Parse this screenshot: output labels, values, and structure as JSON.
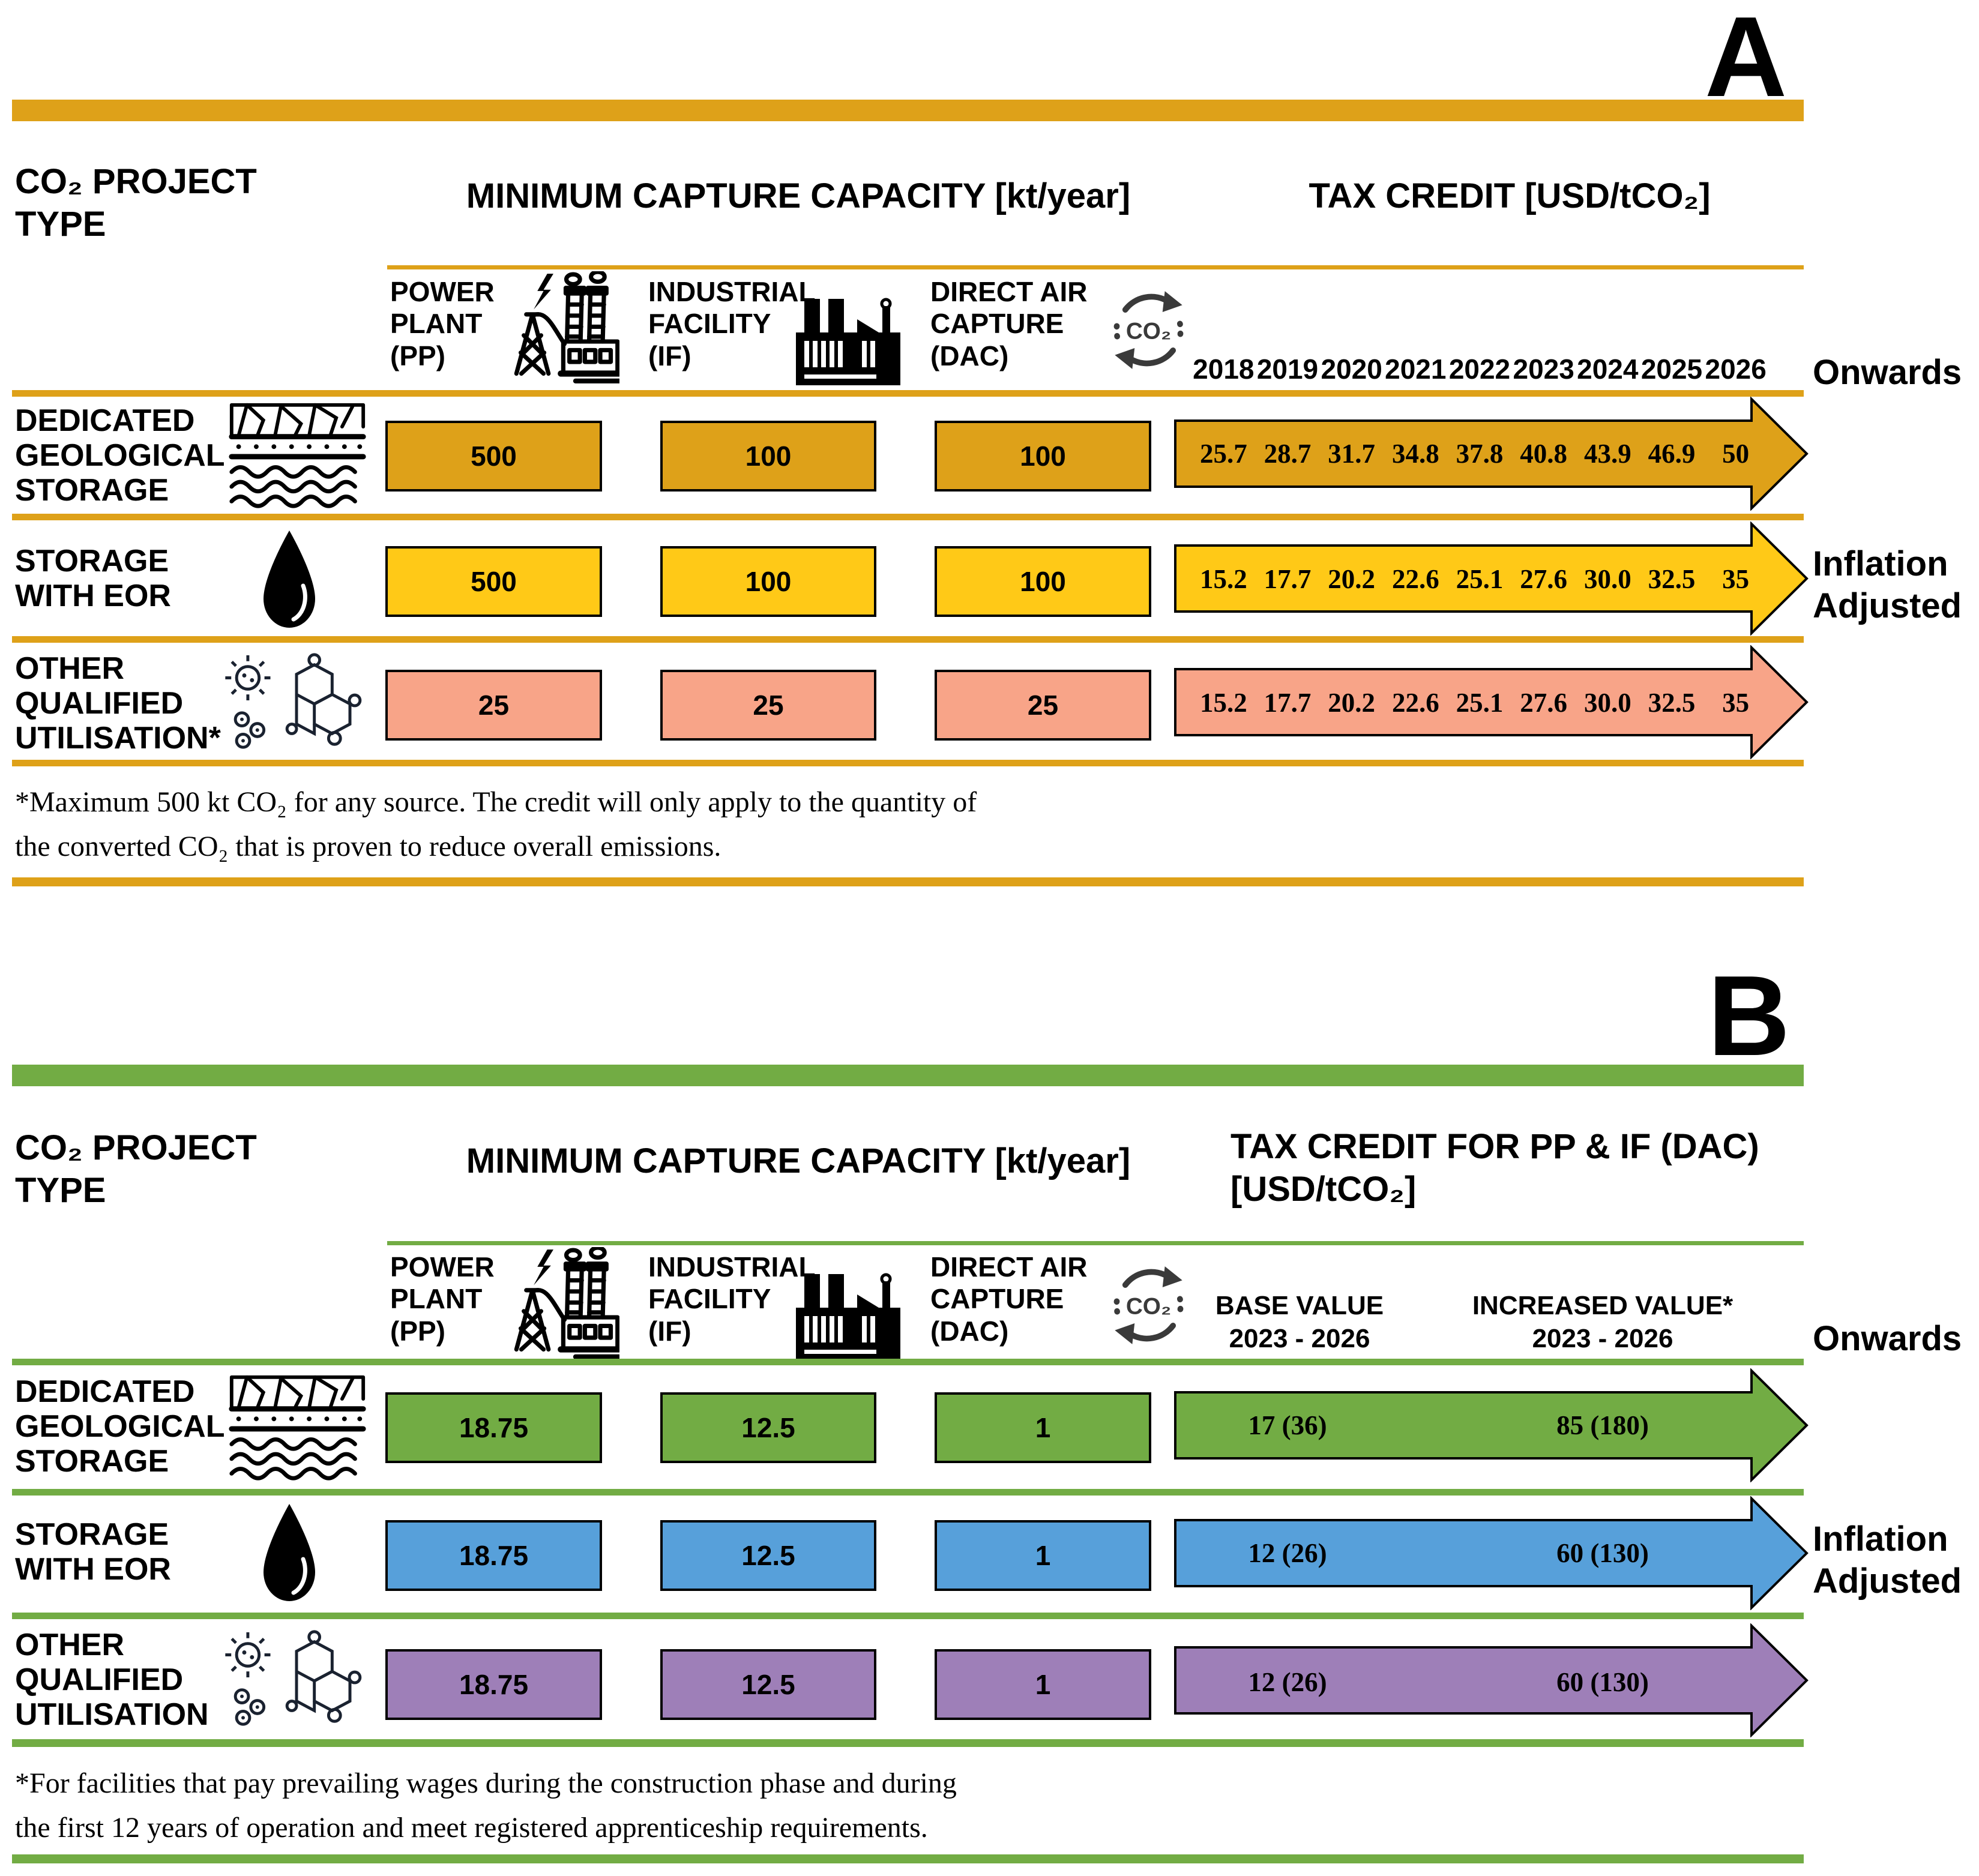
{
  "panel_a": {
    "label": "A",
    "accent_color": "#DEA119",
    "header": {
      "project_type": "CO₂ PROJECT\nTYPE",
      "capacity": "MINIMUM CAPTURE CAPACITY [kt/year]",
      "tax_credit": "TAX CREDIT [USD/tCO₂]"
    },
    "subcols": {
      "pp": "POWER\nPLANT\n(PP)",
      "if": "INDUSTRIAL\nFACILITY\n(IF)",
      "dac": "DIRECT AIR\nCAPTURE\n(DAC)"
    },
    "years": [
      "2018",
      "2019",
      "2020",
      "2021",
      "2022",
      "2023",
      "2024",
      "2025",
      "2026"
    ],
    "onwards": "Onwards",
    "inflation": "Inflation\nAdjusted",
    "rows": [
      {
        "name": "DEDICATED\nGEOLOGICAL\nSTORAGE",
        "icon": "geological-layers-icon",
        "color": "#DEA119",
        "pp": "500",
        "if": "100",
        "dac": "100",
        "credits": [
          "25.7",
          "28.7",
          "31.7",
          "34.8",
          "37.8",
          "40.8",
          "43.9",
          "46.9",
          "50"
        ]
      },
      {
        "name": "STORAGE\nWITH EOR",
        "icon": "oil-drop-icon",
        "color": "#FFC917",
        "pp": "500",
        "if": "100",
        "dac": "100",
        "credits": [
          "15.2",
          "17.7",
          "20.2",
          "22.6",
          "25.1",
          "27.6",
          "30.0",
          "32.5",
          "35"
        ]
      },
      {
        "name": "OTHER\nQUALIFIED\nUTILISATION*",
        "icon": "molecule-microbe-icon",
        "color": "#F8A488",
        "pp": "25",
        "if": "25",
        "dac": "25",
        "credits": [
          "15.2",
          "17.7",
          "20.2",
          "22.6",
          "25.1",
          "27.6",
          "30.0",
          "32.5",
          "35"
        ]
      }
    ],
    "footnote": "*Maximum 500 kt CO₂ for any source. The credit will only apply to the quantity of\nthe converted CO₂ that is proven to reduce overall emissions."
  },
  "panel_b": {
    "label": "B",
    "accent_color": "#72AC44",
    "header": {
      "project_type": "CO₂ PROJECT\nTYPE",
      "capacity": "MINIMUM CAPTURE CAPACITY [kt/year]",
      "tax_credit": "TAX CREDIT FOR PP & IF (DAC)\n[USD/tCO₂]"
    },
    "subcols": {
      "pp": "POWER\nPLANT\n(PP)",
      "if": "INDUSTRIAL\nFACILITY\n(IF)",
      "dac": "DIRECT AIR\nCAPTURE\n(DAC)"
    },
    "value_cols": {
      "base": "BASE VALUE\n2023 - 2026",
      "increased": "INCREASED VALUE*\n2023 - 2026"
    },
    "onwards": "Onwards",
    "inflation": "Inflation\nAdjusted",
    "rows": [
      {
        "name": "DEDICATED\nGEOLOGICAL\nSTORAGE",
        "icon": "geological-layers-icon",
        "color": "#72AC44",
        "pp": "18.75",
        "if": "12.5",
        "dac": "1",
        "base": "17 (36)",
        "increased": "85 (180)"
      },
      {
        "name": "STORAGE\nWITH EOR",
        "icon": "oil-drop-icon",
        "color": "#57A0DA",
        "pp": "18.75",
        "if": "12.5",
        "dac": "1",
        "base": "12 (26)",
        "increased": "60 (130)"
      },
      {
        "name": "OTHER\nQUALIFIED\nUTILISATION",
        "icon": "molecule-microbe-icon",
        "color": "#9E7FB8",
        "pp": "18.75",
        "if": "12.5",
        "dac": "1",
        "base": "12 (26)",
        "increased": "60 (130)"
      }
    ],
    "footnote": "*For facilities that pay prevailing wages during the construction phase and during\nthe first 12 years of operation and meet registered apprenticeship requirements."
  },
  "icons": {
    "dac_text": "CO₂"
  }
}
